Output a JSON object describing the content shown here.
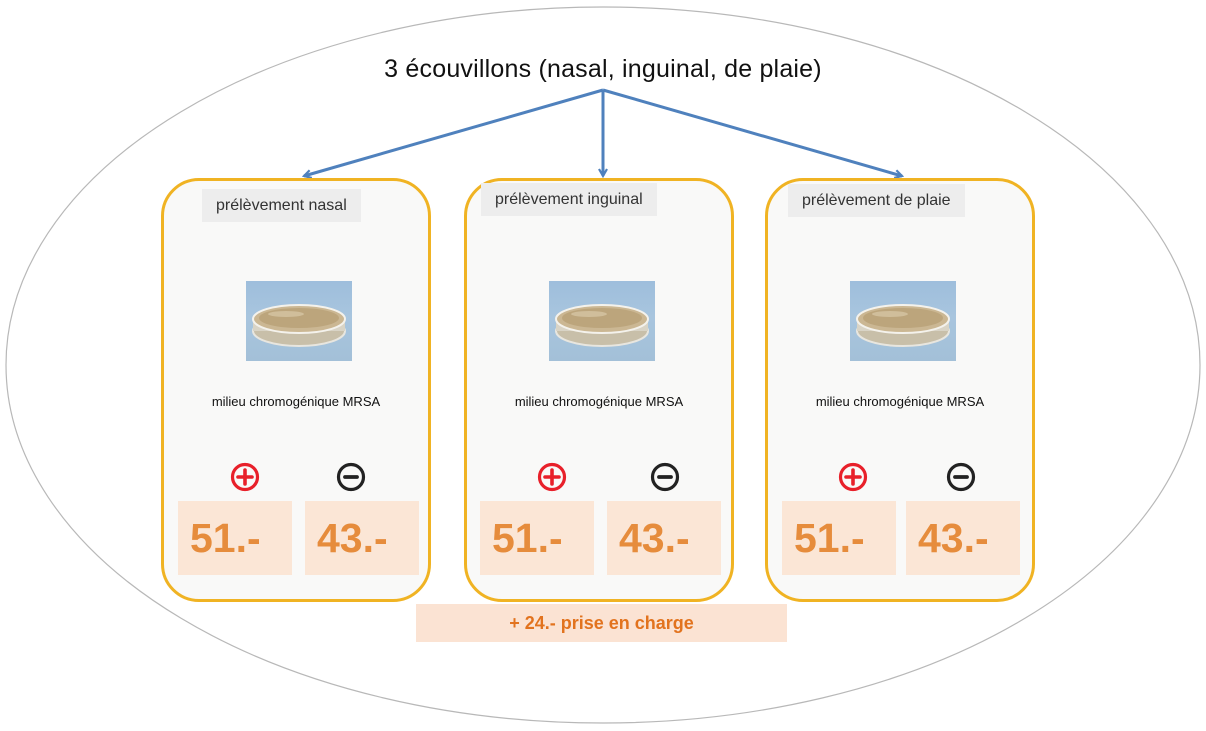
{
  "title": "3 écouvillons (nasal, inguinal, de plaie)",
  "panels": [
    {
      "label": "prélèvement nasal",
      "medium": "milieu chromogénique MRSA",
      "positive_price": "51.-",
      "negative_price": "43.-"
    },
    {
      "label": "prélèvement inguinal",
      "medium": "milieu chromogénique MRSA",
      "positive_price": "51.-",
      "negative_price": "43.-"
    },
    {
      "label": "prélèvement de plaie",
      "medium": "milieu chromogénique MRSA",
      "positive_price": "51.-",
      "negative_price": "43.-"
    }
  ],
  "fee": "+ 24.- prise en charge",
  "colors": {
    "arrow": "#4f81bd",
    "panel_border": "#f0b323",
    "price_text": "#e68c3c",
    "fee_text": "#e2731e",
    "positive": "#e8202a",
    "negative": "#222222",
    "ellipse": "#b8b8b8"
  },
  "icons": {
    "positive": "plus-circle-icon",
    "negative": "minus-circle-icon",
    "dish": "petri-dish-image"
  }
}
